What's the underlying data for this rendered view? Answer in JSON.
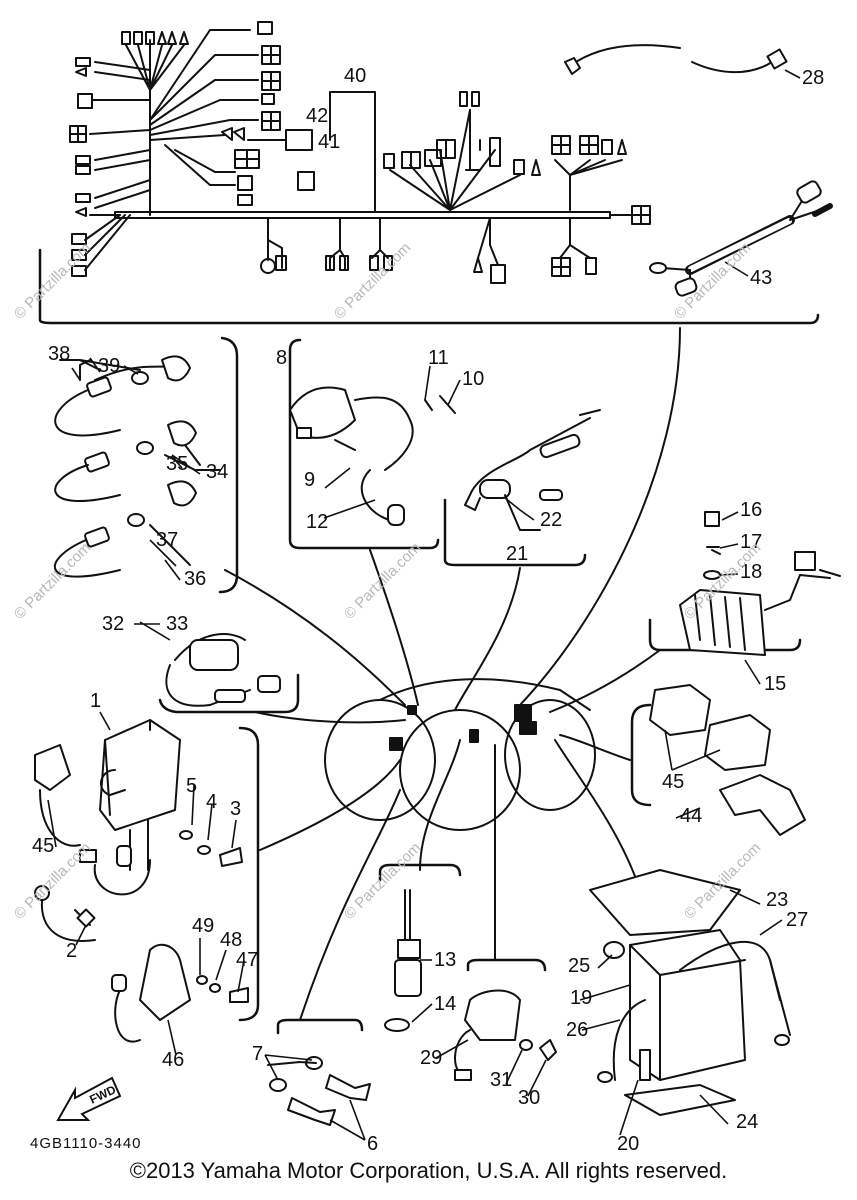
{
  "diagram": {
    "part_numbers": [
      "1",
      "2",
      "3",
      "4",
      "5",
      "6",
      "7",
      "8",
      "9",
      "10",
      "11",
      "12",
      "13",
      "14",
      "15",
      "16",
      "17",
      "18",
      "19",
      "20",
      "21",
      "22",
      "23",
      "24",
      "25",
      "26",
      "27",
      "28",
      "29",
      "30",
      "31",
      "32",
      "33",
      "34",
      "35",
      "36",
      "37",
      "38",
      "39",
      "40",
      "41",
      "42",
      "43",
      "44",
      "45",
      "45",
      "46",
      "47",
      "48",
      "49"
    ],
    "drawing_code": "4GB1110-3440",
    "fwd_label": "FWD",
    "watermark": "© Partzilla.com"
  },
  "footer": {
    "copyright": "©2013 Yamaha Motor Corporation, U.S.A. All rights reserved."
  }
}
